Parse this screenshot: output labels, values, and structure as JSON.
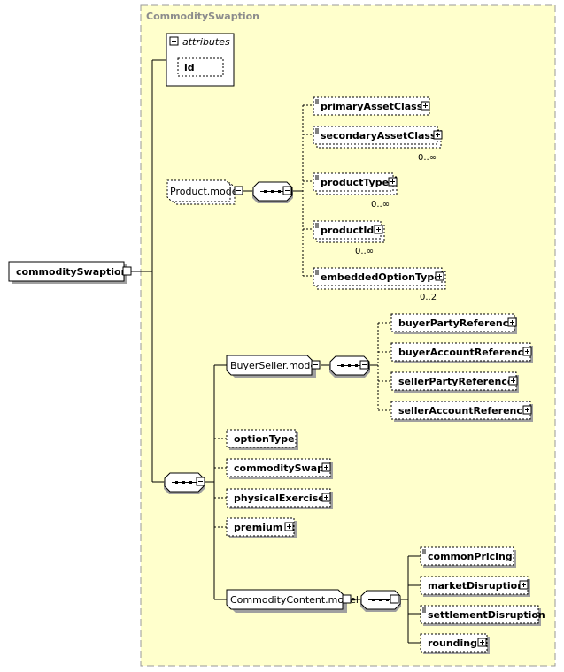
{
  "container_title": "CommoditySwaption",
  "root": {
    "label": "commoditySwaption"
  },
  "attributes": {
    "title": "attributes",
    "items": [
      "id"
    ]
  },
  "product_model": {
    "label": "Product.model",
    "children": [
      {
        "label": "primaryAssetClass",
        "cardinality": ""
      },
      {
        "label": "secondaryAssetClass",
        "cardinality": "0..∞"
      },
      {
        "label": "productType",
        "cardinality": "0..∞"
      },
      {
        "label": "productId",
        "cardinality": "0..∞"
      },
      {
        "label": "embeddedOptionType",
        "cardinality": "0..2"
      }
    ]
  },
  "buyer_seller_model": {
    "label": "BuyerSeller.model",
    "children": [
      {
        "label": "buyerPartyReference"
      },
      {
        "label": "buyerAccountReference"
      },
      {
        "label": "sellerPartyReference"
      },
      {
        "label": "sellerAccountReference"
      }
    ]
  },
  "elements": [
    {
      "label": "optionType"
    },
    {
      "label": "commoditySwap"
    },
    {
      "label": "physicalExercise"
    },
    {
      "label": "premium"
    }
  ],
  "commodity_content_model": {
    "label": "CommodityContent.model",
    "children": [
      {
        "label": "commonPricing"
      },
      {
        "label": "marketDisruption"
      },
      {
        "label": "settlementDisruption"
      },
      {
        "label": "rounding"
      }
    ]
  },
  "colors": {
    "panel_fill": "#ffffcc",
    "panel_border": "#999999",
    "box_fill": "#ffffff",
    "shadow": "#a0a0a0",
    "line": "#000000"
  }
}
